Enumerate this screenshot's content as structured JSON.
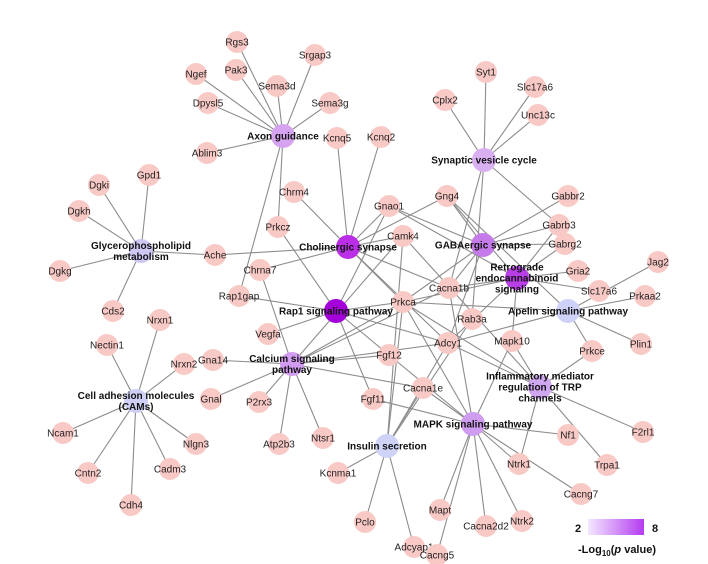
{
  "pathways": [
    {
      "id": "axon",
      "lines": [
        "Axon guidance"
      ],
      "color": "#d6a3f0"
    },
    {
      "id": "syn",
      "lines": [
        "Synaptic vesicle cycle"
      ],
      "color": "#d8b0f2"
    },
    {
      "id": "glyc",
      "lines": [
        "Glycerophospholipid",
        "metabolism"
      ],
      "color": "#cfc8f5"
    },
    {
      "id": "chol",
      "lines": [
        "Cholinergic synapse"
      ],
      "color": "#b92ee6"
    },
    {
      "id": "gaba",
      "lines": [
        "GABAergic synapse"
      ],
      "color": "#c47ae8"
    },
    {
      "id": "retro",
      "lines": [
        "Retrograde",
        "endocannabinoid",
        "signaling"
      ],
      "color": "#b93ee8"
    },
    {
      "id": "rap1",
      "lines": [
        "Rap1 signaling pathway"
      ],
      "color": "#a400d9"
    },
    {
      "id": "apelin",
      "lines": [
        "Apelin signaling pathway"
      ],
      "color": "#cfd2f8"
    },
    {
      "id": "calcium",
      "lines": [
        "Calcium signaling",
        "pathway"
      ],
      "color": "#d29cf0"
    },
    {
      "id": "inflam",
      "lines": [
        "Inflammatory mediator",
        "regulation of TRP",
        "channels"
      ],
      "color": "#cfa6f0"
    },
    {
      "id": "cam",
      "lines": [
        "Cell adhesion molecules",
        "(CAMs)"
      ],
      "color": "#cfcff5"
    },
    {
      "id": "mapk",
      "lines": [
        "MAPK signaling pathway"
      ],
      "color": "#d09cf0"
    },
    {
      "id": "insulin",
      "lines": [
        "Insulin secretion"
      ],
      "color": "#cfd3f8"
    }
  ],
  "genes": [
    "Rgs3",
    "Pak3",
    "Srgap3",
    "Ngef",
    "Sema3d",
    "Dpysl5",
    "Sema3g",
    "Ablim3",
    "Syt1",
    "Cplx2",
    "Slc17a6",
    "Unc13c",
    "Gpd1",
    "Dgki",
    "Dgkh",
    "Dgkg",
    "Cds2",
    "Ache",
    "Kcnq5",
    "Kcnq2",
    "Chrm4",
    "Prkcz",
    "Gnao1",
    "Gng4",
    "Gabbr2",
    "Gabrb3",
    "Gabrg2",
    "Gria2",
    "Jag2",
    "Camk4",
    "Chrna7",
    "Cacna1b",
    "Slc17a6",
    "Prkaa2",
    "Rap1gap",
    "Prkca",
    "Rab3a",
    "Vegfa",
    "Plin1",
    "Adcy1",
    "Gna14",
    "Fgf12",
    "Mapk10",
    "Gnal",
    "Prkce",
    "P2rx3",
    "Cacna1e",
    "Nrxn1",
    "Nectin1",
    "Nrxn2",
    "Fgf11",
    "F2rl1",
    "Ncam1",
    "Ntsr1",
    "Atp2b3",
    "Nlgn3",
    "Nf1",
    "Trpa1",
    "Cntn2",
    "Cadm3",
    "Kcnma1",
    "Ntrk1",
    "Cdh4",
    "Mapt",
    "Cacng7",
    "Pclo",
    "Cacna2d2",
    "Ntrk2",
    "Adcyap1",
    "Cacng5"
  ],
  "edges": [
    [
      "axon",
      "Rgs3"
    ],
    [
      "axon",
      "Pak3"
    ],
    [
      "axon",
      "Srgap3"
    ],
    [
      "axon",
      "Ngef"
    ],
    [
      "axon",
      "Sema3d"
    ],
    [
      "axon",
      "Dpysl5"
    ],
    [
      "axon",
      "Sema3g"
    ],
    [
      "axon",
      "Ablim3"
    ],
    [
      "axon",
      "Prkcz"
    ],
    [
      "axon",
      "Rap1gap"
    ],
    [
      "syn",
      "Syt1"
    ],
    [
      "syn",
      "Cplx2"
    ],
    [
      "syn",
      "Slc17a6"
    ],
    [
      "syn",
      "Unc13c"
    ],
    [
      "syn",
      "Gabrb3"
    ],
    [
      "syn",
      "Cacna1b"
    ],
    [
      "syn",
      "Rab3a"
    ],
    [
      "glyc",
      "Gpd1"
    ],
    [
      "glyc",
      "Dgki"
    ],
    [
      "glyc",
      "Dgkh"
    ],
    [
      "glyc",
      "Dgkg"
    ],
    [
      "glyc",
      "Cds2"
    ],
    [
      "glyc",
      "Ache"
    ],
    [
      "chol",
      "Kcnq5"
    ],
    [
      "chol",
      "Kcnq2"
    ],
    [
      "chol",
      "Chrm4"
    ],
    [
      "chol",
      "Ache"
    ],
    [
      "chol",
      "Gnao1"
    ],
    [
      "chol",
      "Gng4"
    ],
    [
      "chol",
      "Camk4"
    ],
    [
      "chol",
      "Chrna7"
    ],
    [
      "chol",
      "Prkca"
    ],
    [
      "chol",
      "Adcy1"
    ],
    [
      "chol",
      "Cacna1b"
    ],
    [
      "gaba",
      "Gabbr2"
    ],
    [
      "gaba",
      "Gabrb3"
    ],
    [
      "gaba",
      "Gabrg2"
    ],
    [
      "gaba",
      "Gnao1"
    ],
    [
      "gaba",
      "Gng4"
    ],
    [
      "gaba",
      "Prkca"
    ],
    [
      "gaba",
      "Adcy1"
    ],
    [
      "gaba",
      "Cacna1b"
    ],
    [
      "retro",
      "Gria2"
    ],
    [
      "retro",
      "Slc17a6"
    ],
    [
      "retro",
      "Gabrb3"
    ],
    [
      "retro",
      "Gabrg2"
    ],
    [
      "retro",
      "Gnao1"
    ],
    [
      "retro",
      "Gng4"
    ],
    [
      "retro",
      "Prkca"
    ],
    [
      "retro",
      "Adcy1"
    ],
    [
      "retro",
      "Cacna1b"
    ],
    [
      "retro",
      "Mapk10"
    ],
    [
      "rap1",
      "Rap1gap"
    ],
    [
      "rap1",
      "Vegfa"
    ],
    [
      "rap1",
      "Prkca"
    ],
    [
      "rap1",
      "Prkcz"
    ],
    [
      "rap1",
      "Fgf12"
    ],
    [
      "rap1",
      "Fgf11"
    ],
    [
      "rap1",
      "Adcy1"
    ],
    [
      "rap1",
      "Gnao1"
    ],
    [
      "apelin",
      "Jag2"
    ],
    [
      "apelin",
      "Prkaa2"
    ],
    [
      "apelin",
      "Plin1"
    ],
    [
      "apelin",
      "Gng4"
    ],
    [
      "apelin",
      "Adcy1"
    ],
    [
      "apelin",
      "Prkca"
    ],
    [
      "apelin",
      "Prkce"
    ],
    [
      "calcium",
      "Gna14"
    ],
    [
      "calcium",
      "Gnal"
    ],
    [
      "calcium",
      "P2rx3"
    ],
    [
      "calcium",
      "Atp2b3"
    ],
    [
      "calcium",
      "Ntsr1"
    ],
    [
      "calcium",
      "Prkca"
    ],
    [
      "calcium",
      "Cacna1b"
    ],
    [
      "calcium",
      "Cacna1e"
    ],
    [
      "calcium",
      "Chrna7"
    ],
    [
      "calcium",
      "Camk4"
    ],
    [
      "calcium",
      "Fgf12"
    ],
    [
      "calcium",
      "Adcy1"
    ],
    [
      "inflam",
      "Prkca"
    ],
    [
      "inflam",
      "Prkce"
    ],
    [
      "inflam",
      "F2rl1"
    ],
    [
      "inflam",
      "Trpa1"
    ],
    [
      "inflam",
      "Ntrk1"
    ],
    [
      "inflam",
      "Adcy1"
    ],
    [
      "inflam",
      "Mapk10"
    ],
    [
      "inflam",
      "Camk4"
    ],
    [
      "cam",
      "Nrxn1"
    ],
    [
      "cam",
      "Nectin1"
    ],
    [
      "cam",
      "Nrxn2"
    ],
    [
      "cam",
      "Ncam1"
    ],
    [
      "cam",
      "Nlgn3"
    ],
    [
      "cam",
      "Cntn2"
    ],
    [
      "cam",
      "Cadm3"
    ],
    [
      "cam",
      "Cdh4"
    ],
    [
      "mapk",
      "Mapt"
    ],
    [
      "mapk",
      "Cacng7"
    ],
    [
      "mapk",
      "Cacna2d2"
    ],
    [
      "mapk",
      "Ntrk2"
    ],
    [
      "mapk",
      "Cacng5"
    ],
    [
      "mapk",
      "Nf1"
    ],
    [
      "mapk",
      "Ntrk1"
    ],
    [
      "mapk",
      "Fgf11"
    ],
    [
      "mapk",
      "Fgf12"
    ],
    [
      "mapk",
      "Cacna1e"
    ],
    [
      "mapk",
      "Cacna1b"
    ],
    [
      "mapk",
      "Prkca"
    ],
    [
      "mapk",
      "Mapk10"
    ],
    [
      "insulin",
      "Kcnma1"
    ],
    [
      "insulin",
      "Pclo"
    ],
    [
      "insulin",
      "Adcyap1"
    ],
    [
      "insulin",
      "Adcy1"
    ],
    [
      "insulin",
      "Prkca"
    ],
    [
      "insulin",
      "Cacna1e"
    ],
    [
      "insulin",
      "Rab3a"
    ],
    [
      "insulin",
      "Camk4"
    ]
  ],
  "legend": {
    "min_label": "2",
    "max_label": "8",
    "min_color": "#f3e8ff",
    "max_color": "#b43cf0",
    "title_prefix": "-Log",
    "title_sub": "10",
    "title_mid": "(",
    "title_italic": "p",
    "title_suffix": " value)"
  }
}
